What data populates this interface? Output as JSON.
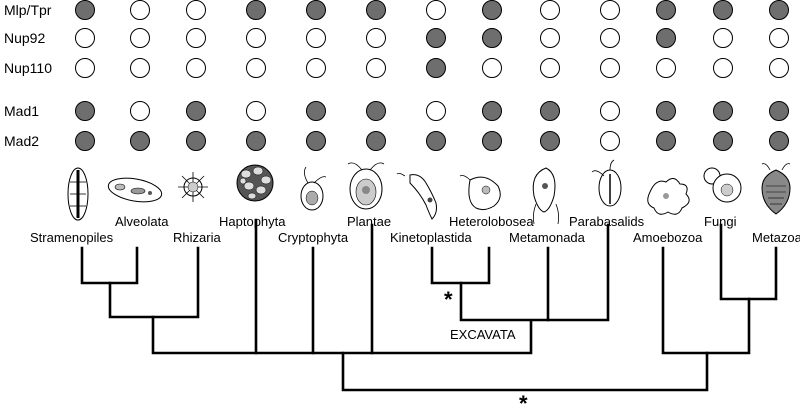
{
  "rows": [
    {
      "label": "Mlp/Tpr",
      "states": [
        1,
        0,
        0,
        1,
        1,
        1,
        0,
        1,
        0,
        0,
        1,
        1,
        1
      ]
    },
    {
      "label": "Nup92",
      "states": [
        0,
        0,
        0,
        0,
        0,
        0,
        1,
        1,
        0,
        0,
        1,
        0,
        0
      ]
    },
    {
      "label": "Nup110",
      "states": [
        0,
        0,
        0,
        0,
        0,
        0,
        1,
        0,
        0,
        0,
        0,
        0,
        0
      ]
    },
    {
      "label": "Mad1",
      "states": [
        1,
        0,
        1,
        0,
        1,
        1,
        0,
        1,
        1,
        0,
        1,
        1,
        1
      ]
    },
    {
      "label": "Mad2",
      "states": [
        1,
        1,
        1,
        1,
        1,
        1,
        1,
        1,
        1,
        0,
        1,
        1,
        1
      ]
    }
  ],
  "taxa": [
    "Stramenopiles",
    "Alveolata",
    "Rhizaria",
    "Haptophyta",
    "Cryptophyta",
    "Plantae",
    "Kinetoplastida",
    "Heterolobosea",
    "Metamonada",
    "Parabasalids",
    "Amoebozoa",
    "Fungi",
    "Metazoa"
  ],
  "tree": {
    "excavata_label": "EXCAVATA",
    "star_1": "*",
    "star_2": "*"
  },
  "colors": {
    "present": "#6e6e6e",
    "absent": "#ffffff"
  }
}
